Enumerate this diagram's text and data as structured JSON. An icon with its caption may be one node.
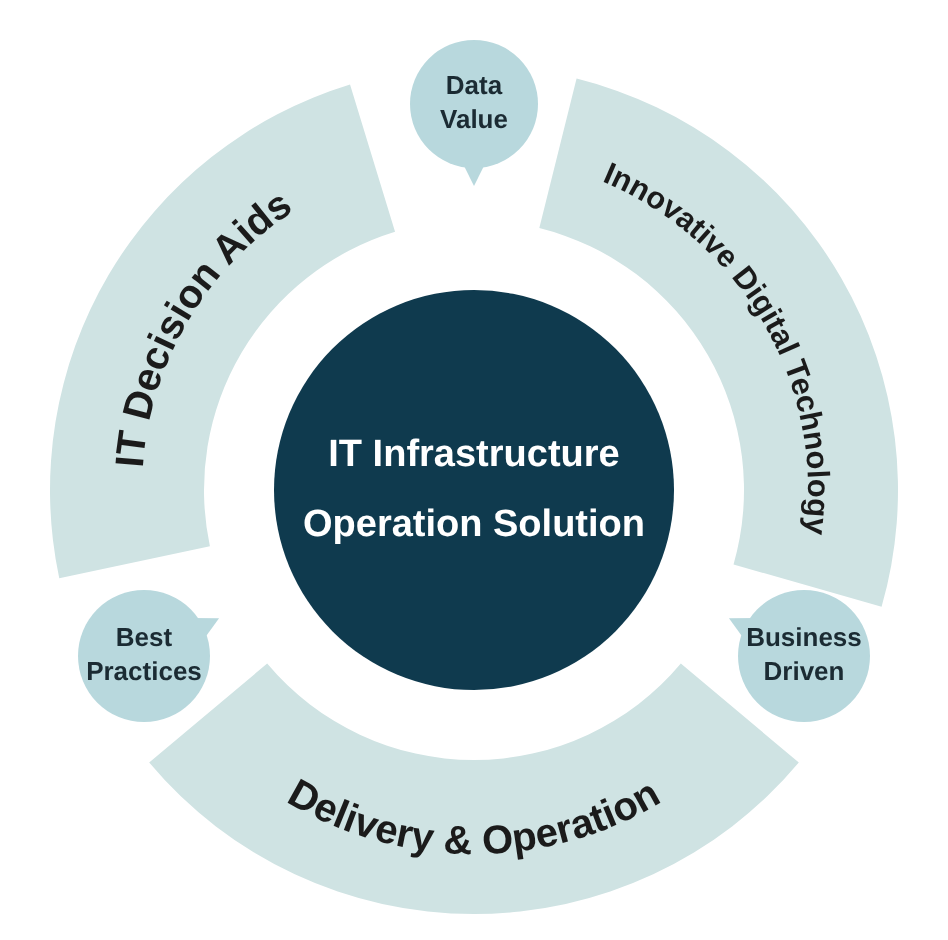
{
  "diagram": {
    "nodes": [
      {
        "text": [
          "Data Value"
        ]
      },
      {
        "text": [
          "IT Decision Aids"
        ]
      },
      {
        "text": [
          "Innovative Digital Technology"
        ]
      },
      {
        "text": [
          "IT Infrastructure Operation Solution"
        ]
      },
      {
        "text": [
          "Best Practices"
        ]
      },
      {
        "text": [
          "Business Driven"
        ]
      },
      {
        "text": [
          "Delivery & Operation"
        ]
      }
    ]
  }
}
